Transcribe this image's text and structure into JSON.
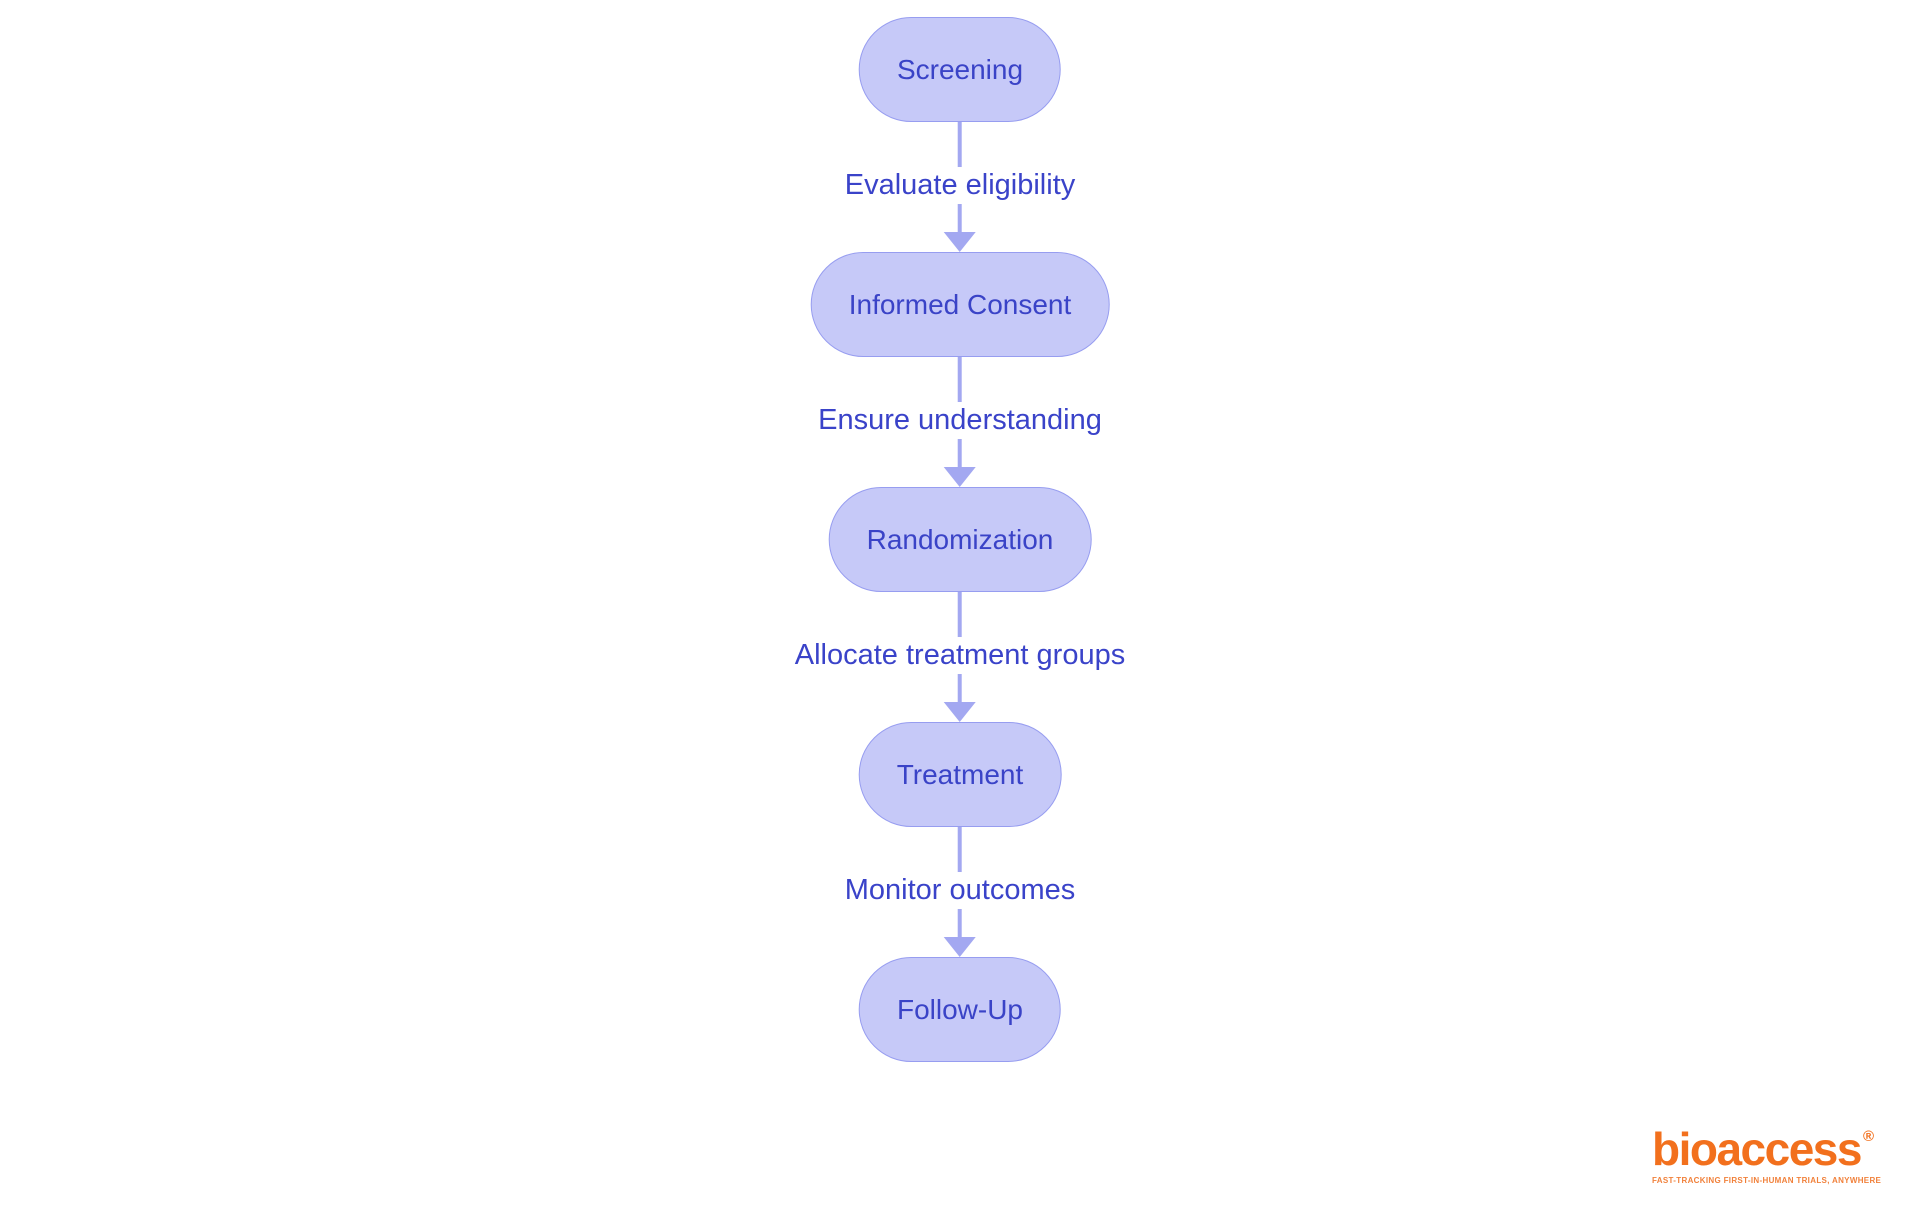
{
  "page": {
    "background_color": "#ffffff"
  },
  "flowchart": {
    "type": "flowchart",
    "direction": "top-down",
    "node_fill_color": "#c6c9f8",
    "node_border_color": "#979df0",
    "node_text_color": "#3a43c7",
    "edge_color": "#a3a8f1",
    "edge_label_color": "#3a43c9",
    "nodes": [
      {
        "label": "Screening"
      },
      {
        "label": "Informed Consent"
      },
      {
        "label": "Randomization"
      },
      {
        "label": "Treatment"
      },
      {
        "label": "Follow-Up"
      }
    ],
    "edges": [
      {
        "from": "Screening",
        "to": "Informed Consent",
        "label": "Evaluate eligibility"
      },
      {
        "from": "Informed Consent",
        "to": "Randomization",
        "label": "Ensure understanding"
      },
      {
        "from": "Randomization",
        "to": "Treatment",
        "label": "Allocate treatment groups"
      },
      {
        "from": "Treatment",
        "to": "Follow-Up",
        "label": "Monitor outcomes"
      }
    ]
  },
  "logo": {
    "brand": "bioaccess",
    "registered_mark": "®",
    "tagline": "FAST-TRACKING FIRST-IN-HUMAN TRIALS, ANYWHERE",
    "brand_color": "#F2701D",
    "tagline_color": "#F1813B"
  }
}
